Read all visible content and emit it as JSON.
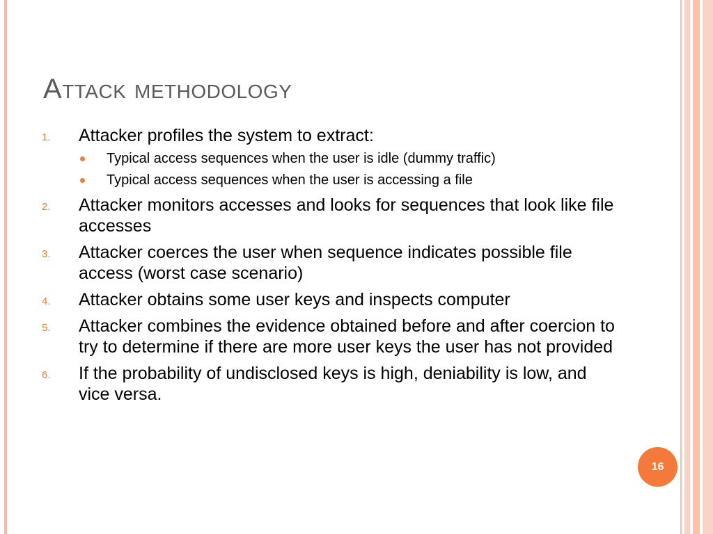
{
  "slide": {
    "title": "Attack methodology",
    "page_number": "16",
    "items": [
      {
        "number": "1.",
        "text": "Attacker profiles the system to extract:",
        "subitems": [
          "Typical access sequences when the user is idle (dummy traffic)",
          "Typical access sequences when the user is accessing a file"
        ]
      },
      {
        "number": "2.",
        "text": "Attacker monitors accesses and looks for sequences that look like file accesses"
      },
      {
        "number": "3.",
        "text": "Attacker coerces the user when sequence indicates possible file access (worst case scenario)"
      },
      {
        "number": "4.",
        "text": "Attacker obtains some user keys and inspects computer"
      },
      {
        "number": "5.",
        "text": "Attacker combines the evidence obtained before and after coercion to try to determine if there are more user keys the user has not provided"
      },
      {
        "number": "6.",
        "text": "If the probability of undisclosed keys is high, deniability is low, and vice versa."
      }
    ]
  },
  "colors": {
    "accent": "#e4823c",
    "page_badge": "#f47a3c",
    "border": "#f6b9a3",
    "title": "#5a5a5a"
  }
}
